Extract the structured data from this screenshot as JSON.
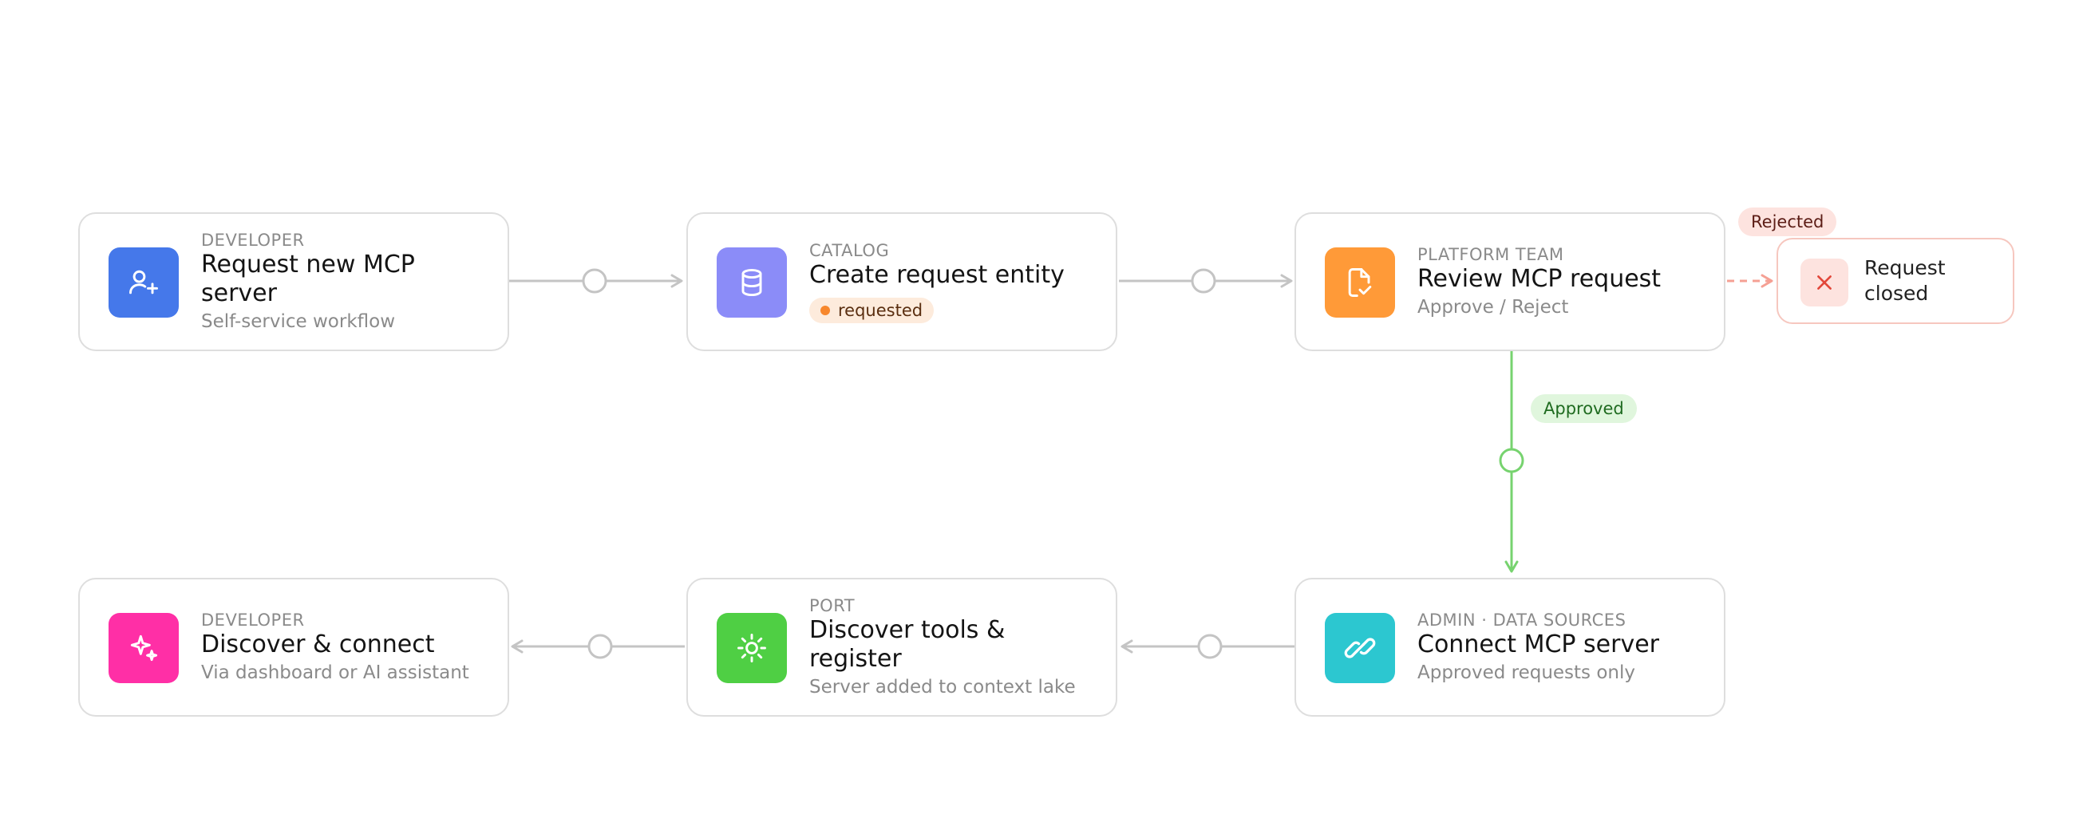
{
  "nodes": {
    "request": {
      "eyebrow": "DEVELOPER",
      "title": "Request new MCP server",
      "sub": "Self-service workflow",
      "icon": "user-plus-icon",
      "color": "#4578ea"
    },
    "create": {
      "eyebrow": "CATALOG",
      "title": "Create request entity",
      "badge": "requested",
      "icon": "database-icon",
      "color": "#8b8cf8"
    },
    "review": {
      "eyebrow": "PLATFORM TEAM",
      "title": "Review MCP request",
      "sub": "Approve / Reject",
      "icon": "document-check-icon",
      "color": "#ff9a38"
    },
    "connect": {
      "eyebrow": "ADMIN · DATA SOURCES",
      "title": "Connect MCP server",
      "sub": "Approved requests only",
      "icon": "link-icon",
      "color": "#2cc7d0"
    },
    "register": {
      "eyebrow": "PORT",
      "title": "Discover tools & register",
      "sub": "Server added to context lake",
      "icon": "sun-icon",
      "color": "#4fcf44"
    },
    "discover": {
      "eyebrow": "DEVELOPER",
      "title": "Discover & connect",
      "sub": "Via dashboard or AI assistant",
      "icon": "sparkle-icon",
      "color": "#ff2fa6"
    }
  },
  "closed": {
    "label": "Request closed",
    "icon": "close-icon"
  },
  "edge_labels": {
    "rejected": "Rejected",
    "approved": "Approved"
  },
  "colors": {
    "edge": "#c4c4c4",
    "approved": "#77d36f",
    "rejected": "#f5a094",
    "card_border": "#dedede"
  }
}
